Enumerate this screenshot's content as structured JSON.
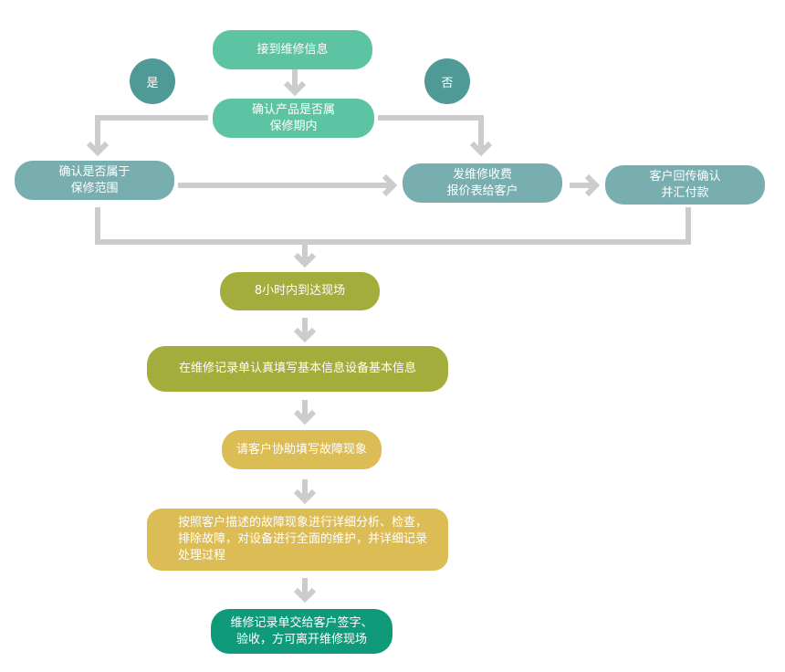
{
  "nodes": {
    "receive": "接到维修信息",
    "confirm_warranty": "确认产品是否属\n保修期内",
    "yes": "是",
    "no": "否",
    "confirm_scope": "确认是否属于\n保修范围",
    "send_quote": "发维修收费\n报价表给客户",
    "customer_pay": "客户回传确认\n并汇付款",
    "arrive": "8小时内到达现场",
    "fill_record": "在维修记录单认真填写基本信息设备基本信息",
    "customer_help": "请客户协助填写故障现象",
    "repair": "按照客户描述的故障现象进行详细分析、检查，\n排除故障，对设备进行全面的维护，并详细记录\n处理过程",
    "sign_off": "维修记录单交给客户签字、\n验收，方可离开维修现场"
  },
  "colors": {
    "connector": "#cccccc",
    "start": "#5cc4a2",
    "decision": "#78aeb0",
    "onsite": "#a3ad3c",
    "process": "#dbbc55",
    "end": "#0f9b7a",
    "badge": "#4f9a97"
  }
}
